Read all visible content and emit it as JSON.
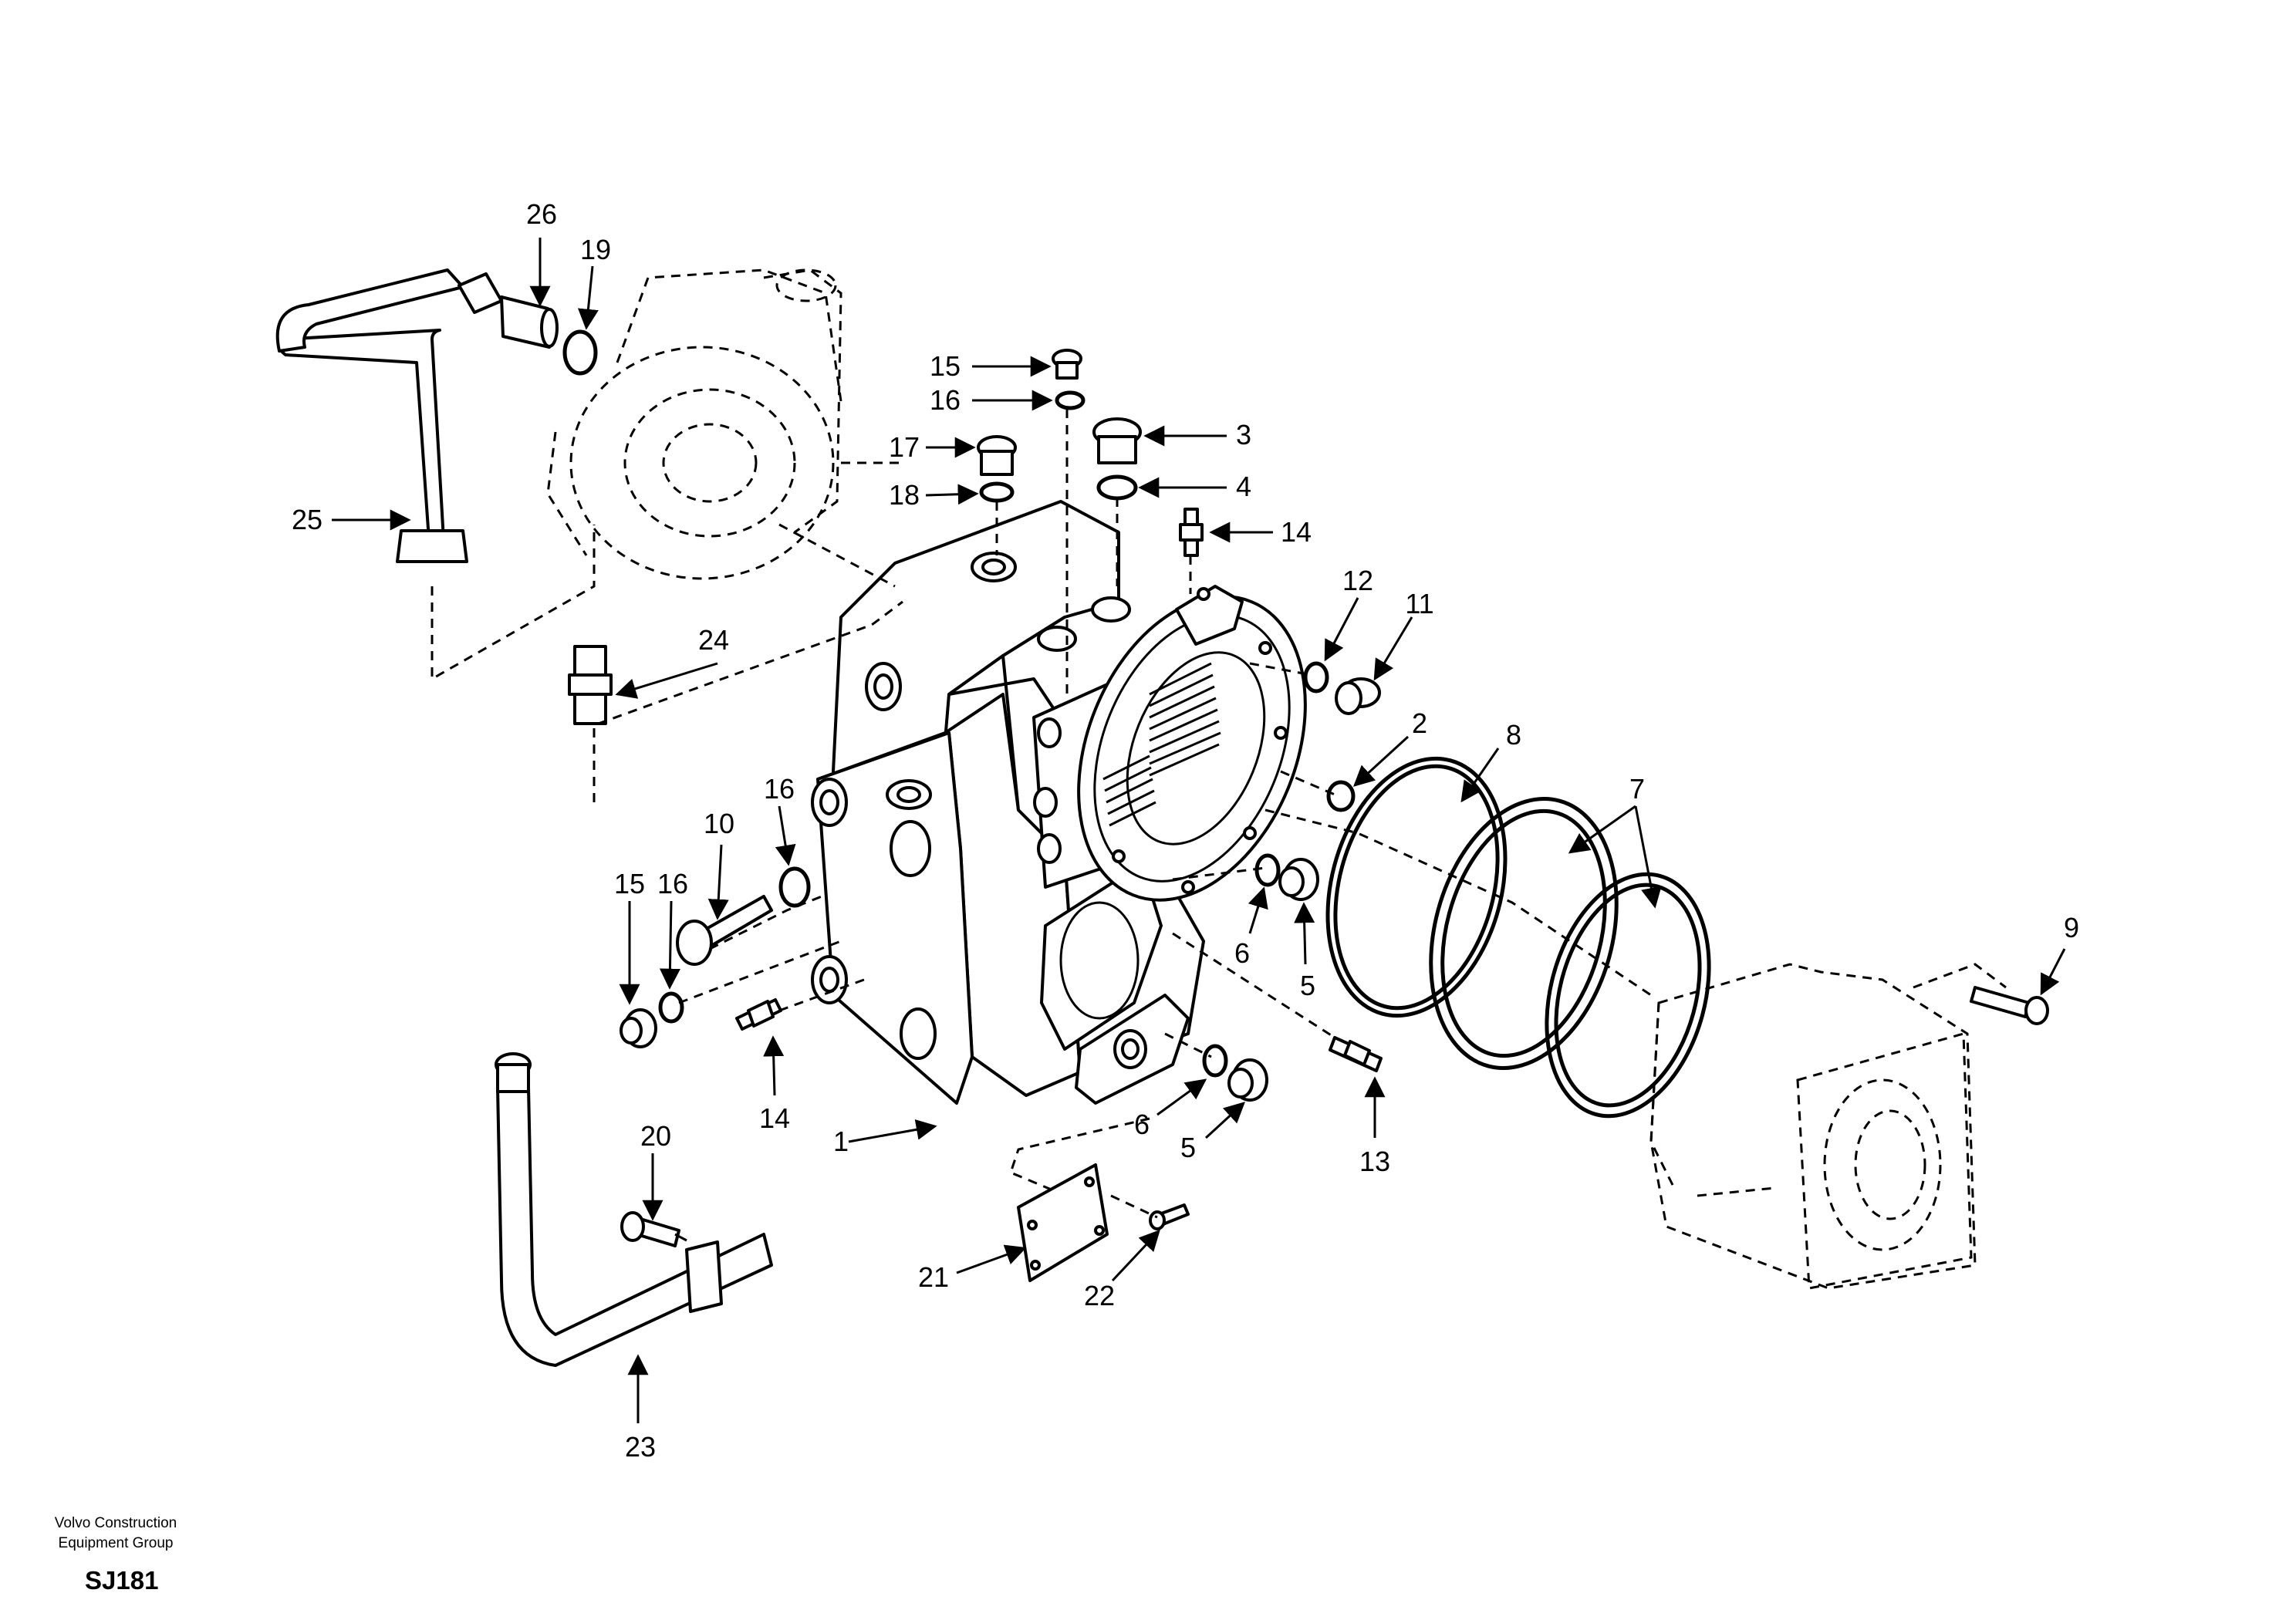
{
  "footer": {
    "company_line1": "Volvo Construction",
    "company_line2": "Equipment Group",
    "code": "SJ181"
  },
  "callouts": {
    "n1": "1",
    "n2": "2",
    "n3": "3",
    "n4": "4",
    "n5": "5",
    "n6": "6",
    "n7": "7",
    "n8": "8",
    "n9": "9",
    "n10": "10",
    "n11": "11",
    "n12": "12",
    "n13": "13",
    "n14": "14",
    "n15": "15",
    "n16": "16",
    "n17": "17",
    "n18": "18",
    "n19": "19",
    "n20": "20",
    "n21": "21",
    "n22": "22",
    "n23": "23",
    "n24": "24",
    "n25": "25",
    "n26": "26"
  }
}
